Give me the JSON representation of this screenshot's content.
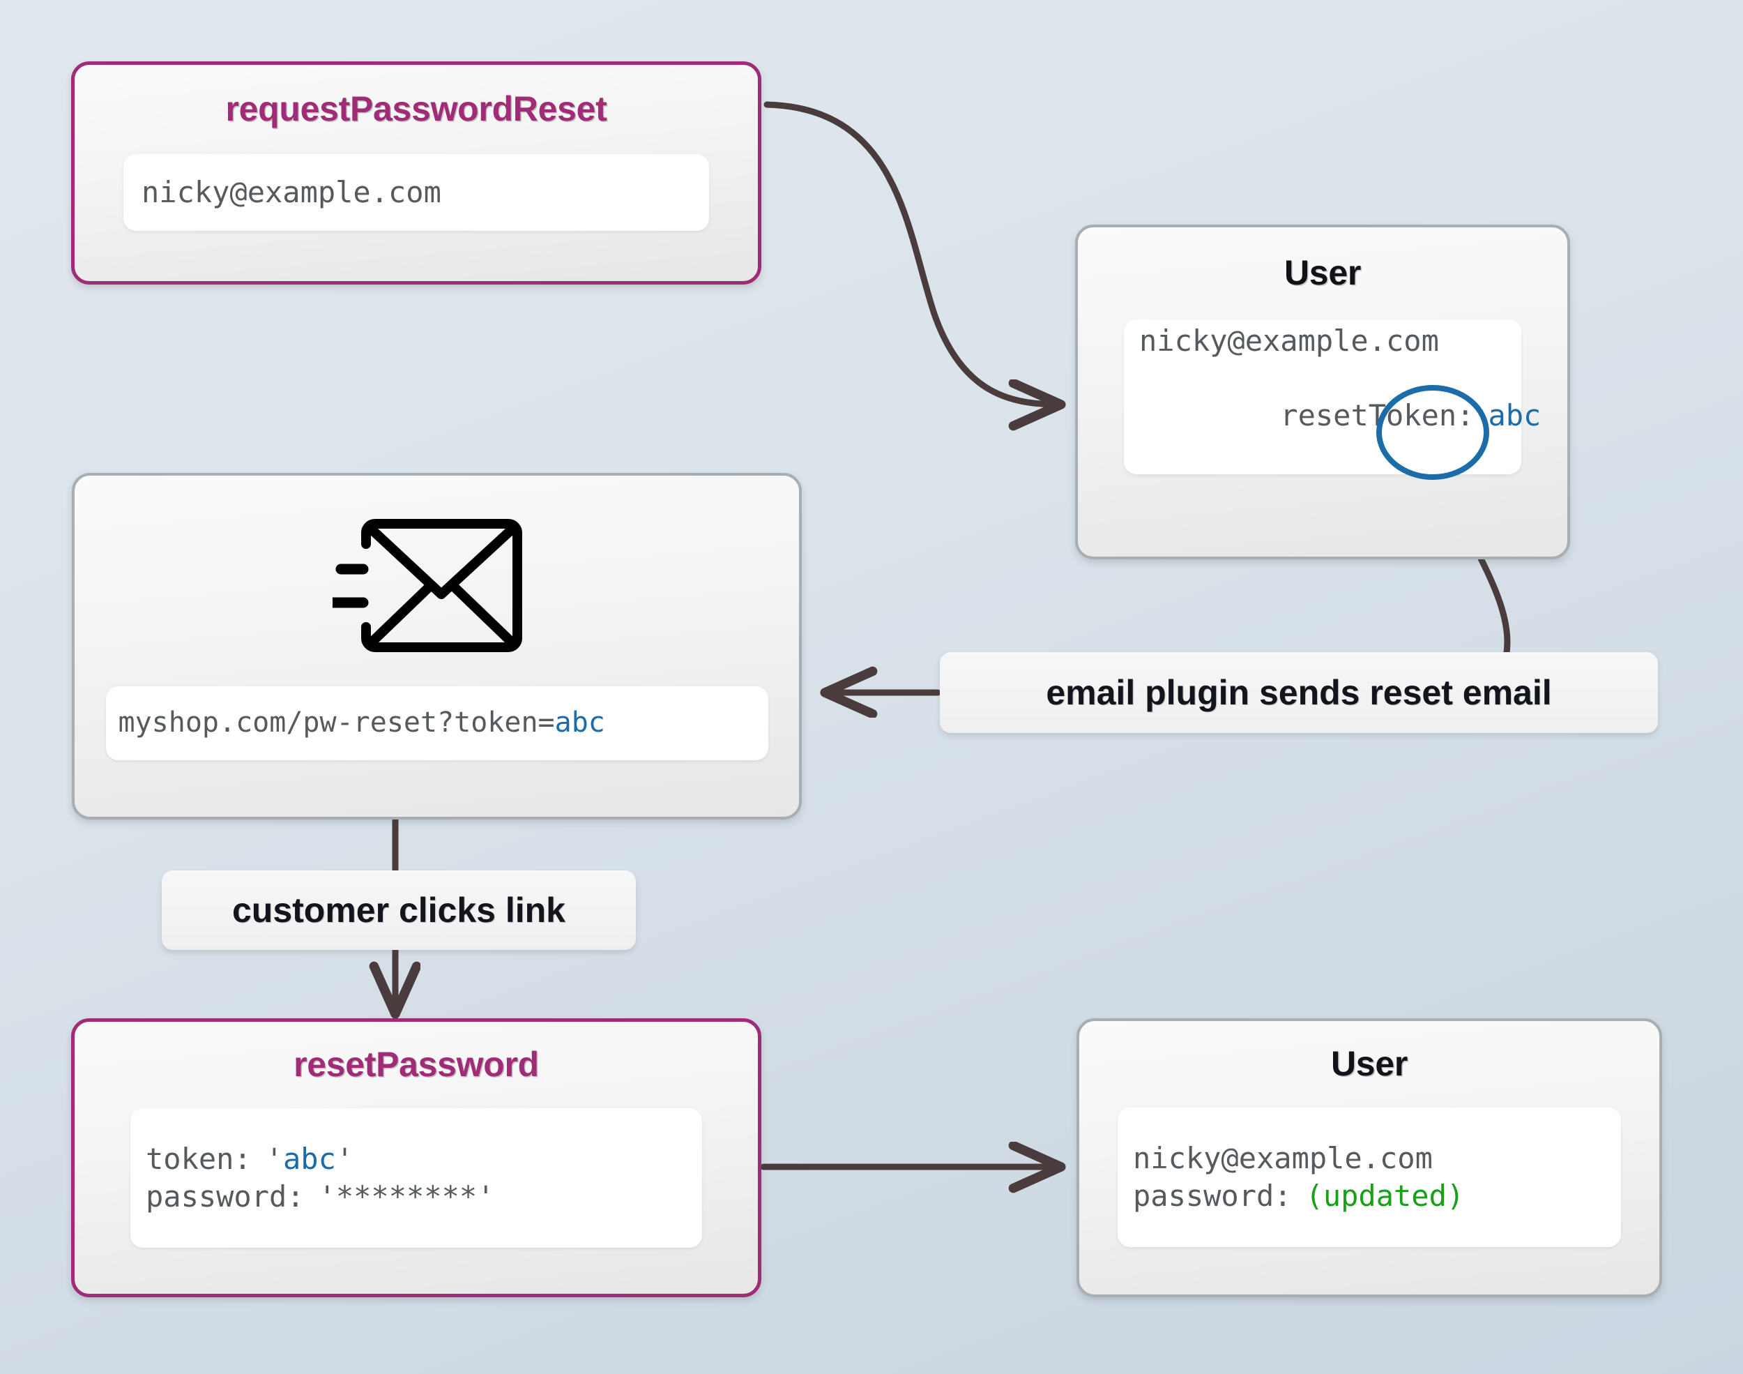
{
  "colors": {
    "accent_border": "#a02b76",
    "accent_title": "#a02b76",
    "neutral_border": "#a9aeb3",
    "code_text": "#555a5e",
    "token_blue": "#1b6ca8",
    "updated_green": "#18a018",
    "arrow": "#4a3c3c",
    "background_top": "#e0e7ed",
    "background_bottom": "#c9d5e0"
  },
  "nodes": {
    "request_password_reset": {
      "title": "requestPasswordReset",
      "value": "nicky@example.com"
    },
    "user_with_token": {
      "title": "User",
      "email": "nicky@example.com",
      "token_label": "resetToken:",
      "token_value": "abc"
    },
    "reset_email": {
      "icon": "send-email-icon",
      "url_prefix": "myshop.com/pw-reset?token=",
      "url_token": "abc"
    },
    "reset_password": {
      "title": "resetPassword",
      "token_label": "token:",
      "token_value": "'abc'",
      "token_quote_open": "'",
      "token_quote_close": "'",
      "token_inner": "abc",
      "password_label": "password:",
      "password_value": "'********'"
    },
    "user_updated": {
      "title": "User",
      "email": "nicky@example.com",
      "password_label": "password:",
      "password_value": "(updated)"
    }
  },
  "edge_labels": {
    "email_plugin": "email plugin sends reset email",
    "customer_clicks": "customer clicks link"
  }
}
